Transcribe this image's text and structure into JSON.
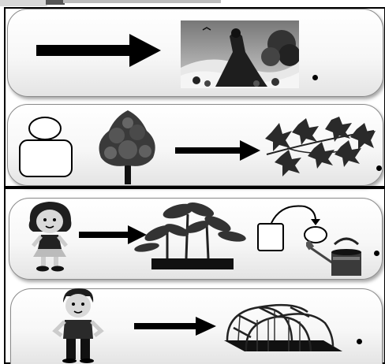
{
  "worksheet": {
    "colors": {
      "ink": "#000000",
      "panel_fill": "#f4f4f4",
      "panel_border": "#8a8a8a"
    },
    "rows": [
      {
        "id": "row-1",
        "items": [
          "arrow-icon",
          "spring-scene-image",
          "period-dot"
        ]
      },
      {
        "id": "row-2",
        "items": [
          "person-outline-icon",
          "tree-image",
          "arrow-icon",
          "leaves-image",
          "period-dot"
        ]
      },
      {
        "id": "row-3",
        "items": [
          "girl-image",
          "arrow-icon",
          "seedlings-tray-image",
          "box-to-circle-icon",
          "watering-can-image",
          "period-dot"
        ]
      },
      {
        "id": "row-4",
        "items": [
          "boy-image",
          "arrow-icon",
          "greenhouse-image",
          "period-dot"
        ]
      }
    ]
  }
}
